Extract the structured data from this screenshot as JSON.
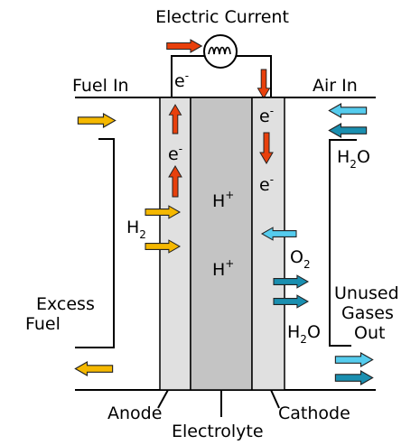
{
  "title": "Electric Current",
  "electron_label": "e",
  "electron_charge": "-",
  "hydrogen_ion": "H",
  "ion_charge": "+",
  "h2": {
    "base": "H",
    "sub": "2"
  },
  "o2": {
    "base": "O",
    "sub": "2"
  },
  "water": {
    "base": "H",
    "sub": "2",
    "tail": "O"
  },
  "labels": {
    "fuel_in": "Fuel In",
    "air_in": "Air In",
    "excess_fuel_1": "Excess",
    "excess_fuel_2": "Fuel",
    "unused_1": "Unused",
    "unused_2": "Gases",
    "unused_3": "Out",
    "anode": "Anode",
    "electrolyte": "Electrolyte",
    "cathode": "Cathode"
  },
  "colors": {
    "fuel_arrow": "#f5b800",
    "electron_arrow": "#e8400c",
    "air_arrow": "#55ccee",
    "exhaust_arrow": "#1a8fb0",
    "electrode_fill": "#e0e0e0",
    "electrolyte_fill": "#c4c4c4"
  }
}
